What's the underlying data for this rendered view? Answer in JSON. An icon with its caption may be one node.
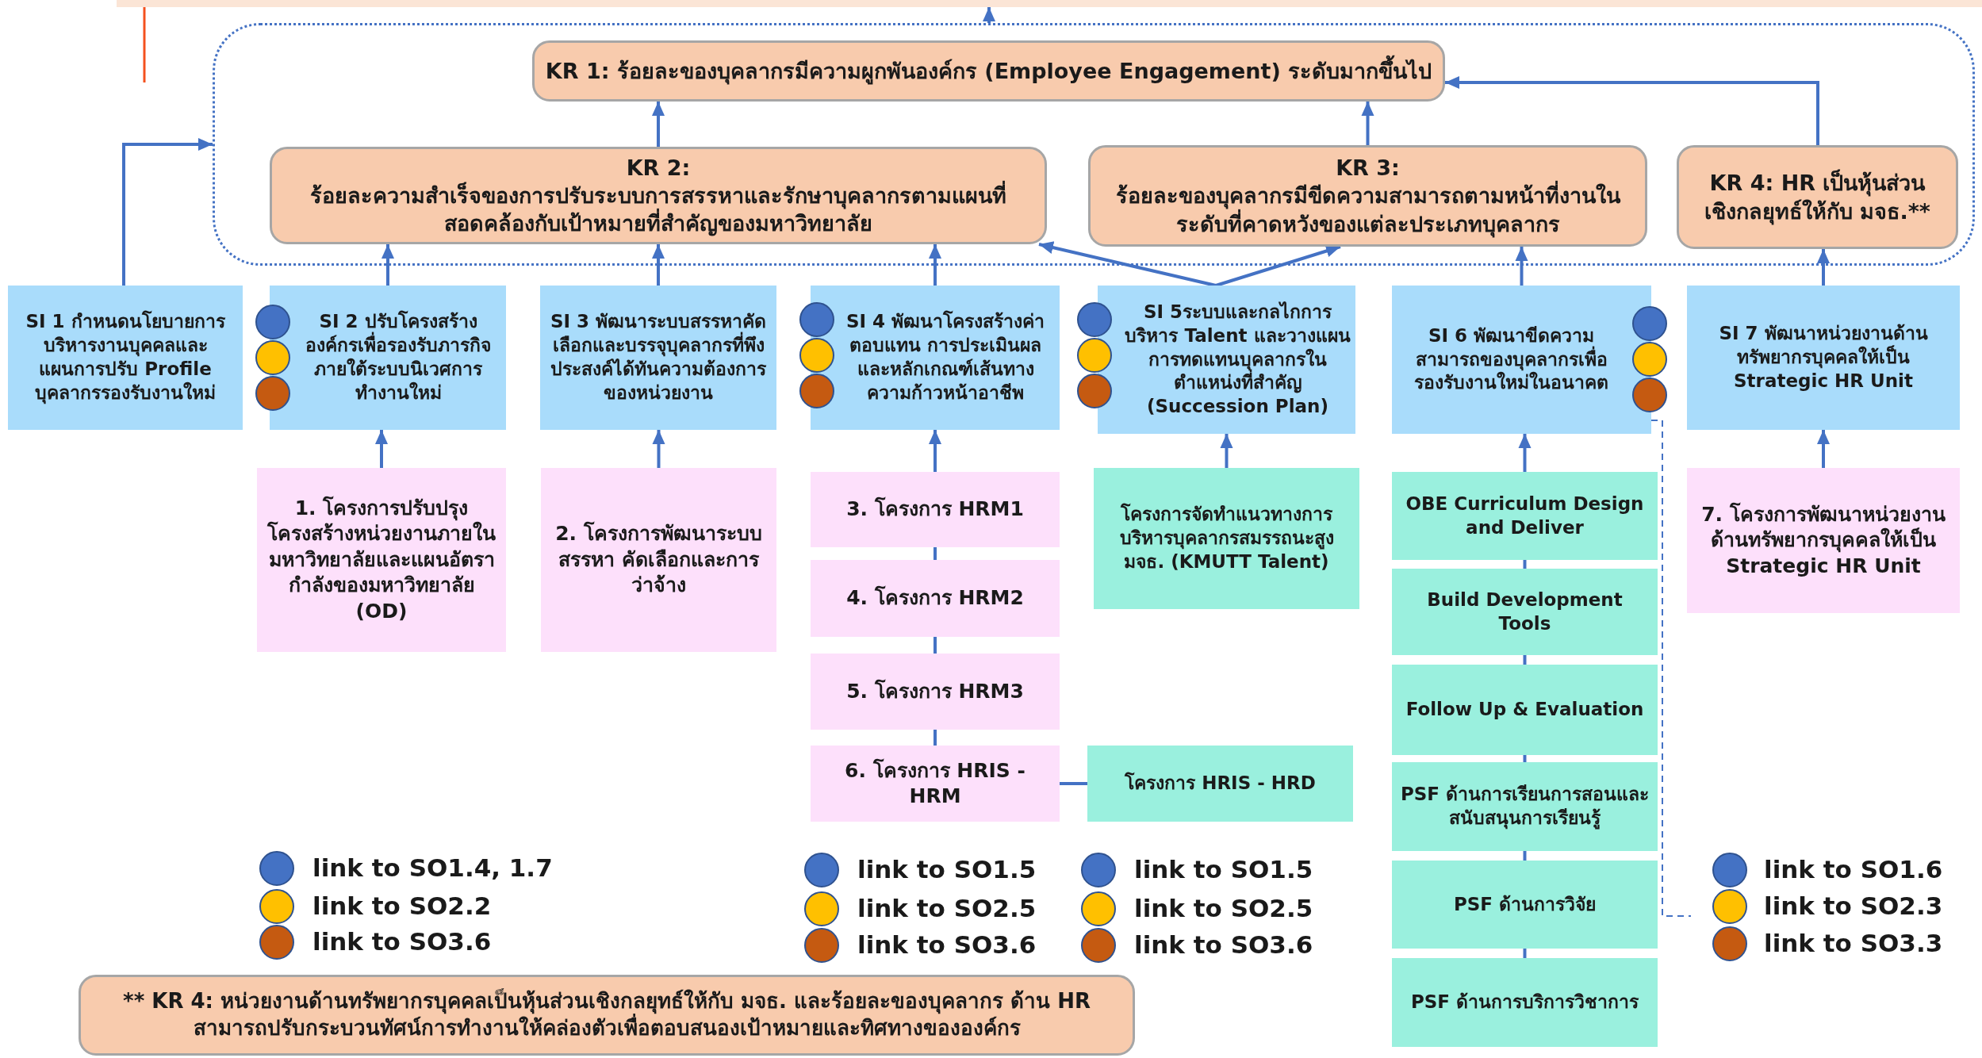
{
  "diagram": {
    "nodes": [
      {
        "text": [],
        "shape": "box"
      },
      {
        "text": [
          "KR 1: ร้อยละของบุคลากรมีความผูกพันองค์กร (Employee Engagement) ระดับมากขึ้นไป"
        ],
        "in": 0
      },
      {
        "text": [
          "KR 2:",
          "ร้อยละความสำเร็จของการปรับระบบการสรรหาและรักษาบุคลากรตามแผนที่สอดคล้องกับเป้าหมายที่สำคัญของมหาวิทยาลัย"
        ],
        "in": 0
      },
      {
        "text": [
          "KR 3:",
          "ร้อยละของบุคลากรมีขีดความสามารถตามหน้าที่งานในระดับที่คาดหวังของแต่ละประเภทบุคลากร"
        ],
        "in": 0
      },
      {
        "text": [
          "KR 4: HR เป็นหุ้นส่วนเชิงกลยุทธ์ให้กับ มจธ.**"
        ],
        "in": 0
      },
      {
        "text": [
          "SI 1 กำหนดนโยบายการบริหารงานบุคคลและแผนการปรับ Profile บุคลากรรองรับงานใหม่"
        ]
      },
      {
        "text": [
          "SI 2 ปรับโครงสร้างองค์กรเพื่อรองรับภารกิจภายใต้ระบบนิเวศการทำงานใหม่"
        ]
      },
      {
        "text": [
          "SI 3 พัฒนาระบบสรรหาคัดเลือกและบรรจุบุคลากรที่พึงประสงค์ได้ทันความต้องการของหน่วยงาน"
        ]
      },
      {
        "text": [
          "SI 4 พัฒนาโครงสร้างค่าตอบแทน การประเมินผลและหลักเกณฑ์เส้นทางความก้าวหน้าอาชีพ"
        ]
      },
      {
        "text": [
          "SI 5ระบบและกลไกการบริหาร Talent และวางแผนการทดแทนบุคลากรในตำแหน่งที่สำคัญ (Succession Plan)"
        ]
      },
      {
        "text": [
          "SI 6 พัฒนาขีดความสามารถของบุคลากรเพื่อรองรับงานใหม่ในอนาคต"
        ]
      },
      {
        "text": [
          "SI 7 พัฒนาหน่วยงานด้านทรัพยากรบุคคลให้เป็น Strategic HR Unit"
        ]
      },
      {
        "text": [
          "1. โครงการปรับปรุงโครงสร้างหน่วยงานภายในมหาวิทยาลัยและแผนอัตรากำลังของมหาวิทยาลัย (OD)"
        ]
      },
      {
        "text": [
          "2. โครงการพัฒนาระบบสรรหา คัดเลือกและการว่าจ้าง"
        ]
      },
      {
        "text": [
          "3. โครงการ HRM1"
        ]
      },
      {
        "text": [
          "4. โครงการ HRM2"
        ]
      },
      {
        "text": [
          "5. โครงการ HRM3"
        ]
      },
      {
        "text": [
          "6. โครงการ HRIS - HRM"
        ]
      },
      {
        "text": [
          "โครงการจัดทำแนวทางการบริหารบุคลากรสมรรถนะสูง มจธ. (KMUTT Talent)"
        ]
      },
      {
        "text": [
          "โครงการ HRIS - HRD"
        ]
      },
      {
        "text": [
          "OBE Curriculum Design and Deliver"
        ]
      },
      {
        "text": [
          "Build Development Tools"
        ]
      },
      {
        "text": [
          "Follow Up & Evaluation"
        ]
      },
      {
        "text": [
          "PSF ด้านการเรียนการสอนและสนับสนุนการเรียนรู้"
        ]
      },
      {
        "text": [
          "PSF ด้านการวิจัย"
        ]
      },
      {
        "text": [
          "PSF ด้านการบริการวิชาการ"
        ]
      },
      {
        "text": [
          "7. โครงการพัฒนาหน่วยงานด้านทรัพยากรบุคคลให้เป็น Strategic HR Unit"
        ]
      },
      {
        "text": [
          "** KR 4: หน่วยงานด้านทรัพยากรบุคคลเป็นหุ้นส่วนเชิงกลยุทธ์ให้กับ มจธ. และร้อยละของบุคลากร ด้าน HR สามารถปรับกระบวนทัศน์การทำงานให้คล่องตัวเพื่อตอบสนองเป้าหมายและทิศทางขององค์กร"
        ]
      },
      {
        "text": [],
        "shape": "box"
      }
    ],
    "edges": [
      {
        "from": 0,
        "to": 28,
        "arrow": "to"
      },
      {
        "from": 2,
        "to": 1,
        "arrow": "to"
      },
      {
        "from": 3,
        "to": 1,
        "arrow": "to"
      },
      {
        "from": 4,
        "to": 1,
        "arrow": "to"
      },
      {
        "from": 5,
        "to": 0,
        "arrow": "to"
      },
      {
        "from": 6,
        "to": 2,
        "arrow": "to"
      },
      {
        "from": 7,
        "to": 2,
        "arrow": "to"
      },
      {
        "from": 8,
        "to": 2,
        "arrow": "to"
      },
      {
        "from": 9,
        "to": 2,
        "arrow": "to"
      },
      {
        "from": 9,
        "to": 3,
        "arrow": "to"
      },
      {
        "from": 10,
        "to": 3,
        "arrow": "to"
      },
      {
        "from": 11,
        "to": 4,
        "arrow": "to"
      },
      {
        "from": 12,
        "to": 6,
        "arrow": "to"
      },
      {
        "from": 13,
        "to": 7,
        "arrow": "to"
      },
      {
        "from": 14,
        "to": 8,
        "arrow": "to"
      },
      {
        "from": 18,
        "to": 9,
        "arrow": "to"
      },
      {
        "from": 20,
        "to": 10,
        "arrow": "to"
      },
      {
        "from": 26,
        "to": 11,
        "arrow": "to"
      },
      {
        "from": 14,
        "to": 15,
        "arrow": "none"
      },
      {
        "from": 15,
        "to": 16,
        "arrow": "none"
      },
      {
        "from": 16,
        "to": 17,
        "arrow": "none"
      },
      {
        "from": 17,
        "to": 19,
        "arrow": "none"
      },
      {
        "from": 20,
        "to": 21,
        "arrow": "none"
      },
      {
        "from": 21,
        "to": 22,
        "arrow": "none"
      },
      {
        "from": 22,
        "to": 23,
        "arrow": "none"
      },
      {
        "from": 23,
        "to": 24,
        "arrow": "none"
      },
      {
        "from": 24,
        "to": 25,
        "arrow": "none"
      },
      {
        "from": 10,
        "to": null,
        "arrow": "none",
        "style": "dashed"
      }
    ],
    "legend": [
      {
        "text": "link to SO1.4, 1.7",
        "color": "#4472c4"
      },
      {
        "text": "link to SO2.2",
        "color": "#ffc000"
      },
      {
        "text": "link to SO3.6",
        "color": "#c55a11"
      },
      {
        "text": "link to SO1.5",
        "color": "#4472c4"
      },
      {
        "text": "link to SO2.5",
        "color": "#ffc000"
      },
      {
        "text": "link to SO3.6",
        "color": "#c55a11"
      },
      {
        "text": "link to SO1.5",
        "color": "#4472c4"
      },
      {
        "text": "link to SO2.5",
        "color": "#ffc000"
      },
      {
        "text": "link to SO3.6",
        "color": "#c55a11"
      },
      {
        "text": "link to SO1.6",
        "color": "#4472c4"
      },
      {
        "text": "link to SO2.3",
        "color": "#ffc000"
      },
      {
        "text": "link to SO3.3",
        "color": "#c55a11"
      }
    ]
  }
}
